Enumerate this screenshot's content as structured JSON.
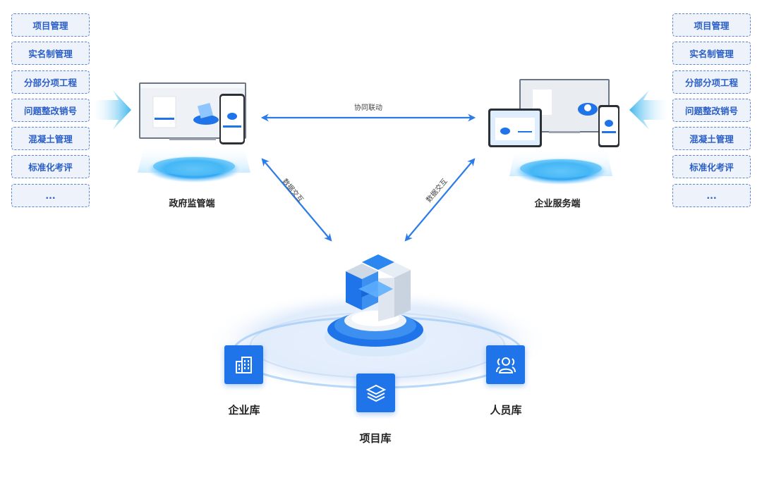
{
  "left_modules": [
    "项目管理",
    "实名制管理",
    "分部分项工程",
    "问题整改销号",
    "混凝土管理",
    "标准化考评",
    "..."
  ],
  "right_modules": [
    "项目管理",
    "实名制管理",
    "分部分项工程",
    "问题整改销号",
    "混凝土管理",
    "标准化考评",
    "..."
  ],
  "nodes": {
    "gov": {
      "label": "政府监管端",
      "icon": "monitor-phone-icon"
    },
    "enterprise": {
      "label": "企业服务端",
      "icon": "monitor-tablet-phone-icon"
    },
    "platform": {
      "icon": "data-cube-platform-icon"
    }
  },
  "edges": {
    "collab": "协同联动",
    "data_left": "数据交互",
    "data_right": "数据交互"
  },
  "databases": [
    {
      "label": "企业库",
      "icon": "building-icon"
    },
    {
      "label": "项目库",
      "icon": "layers-icon"
    },
    {
      "label": "人员库",
      "icon": "people-icon"
    }
  ],
  "colors": {
    "accent": "#1e74e8",
    "module_text": "#2a5fc7",
    "module_border": "#5b86d6",
    "arrow": "#2b7be9"
  }
}
